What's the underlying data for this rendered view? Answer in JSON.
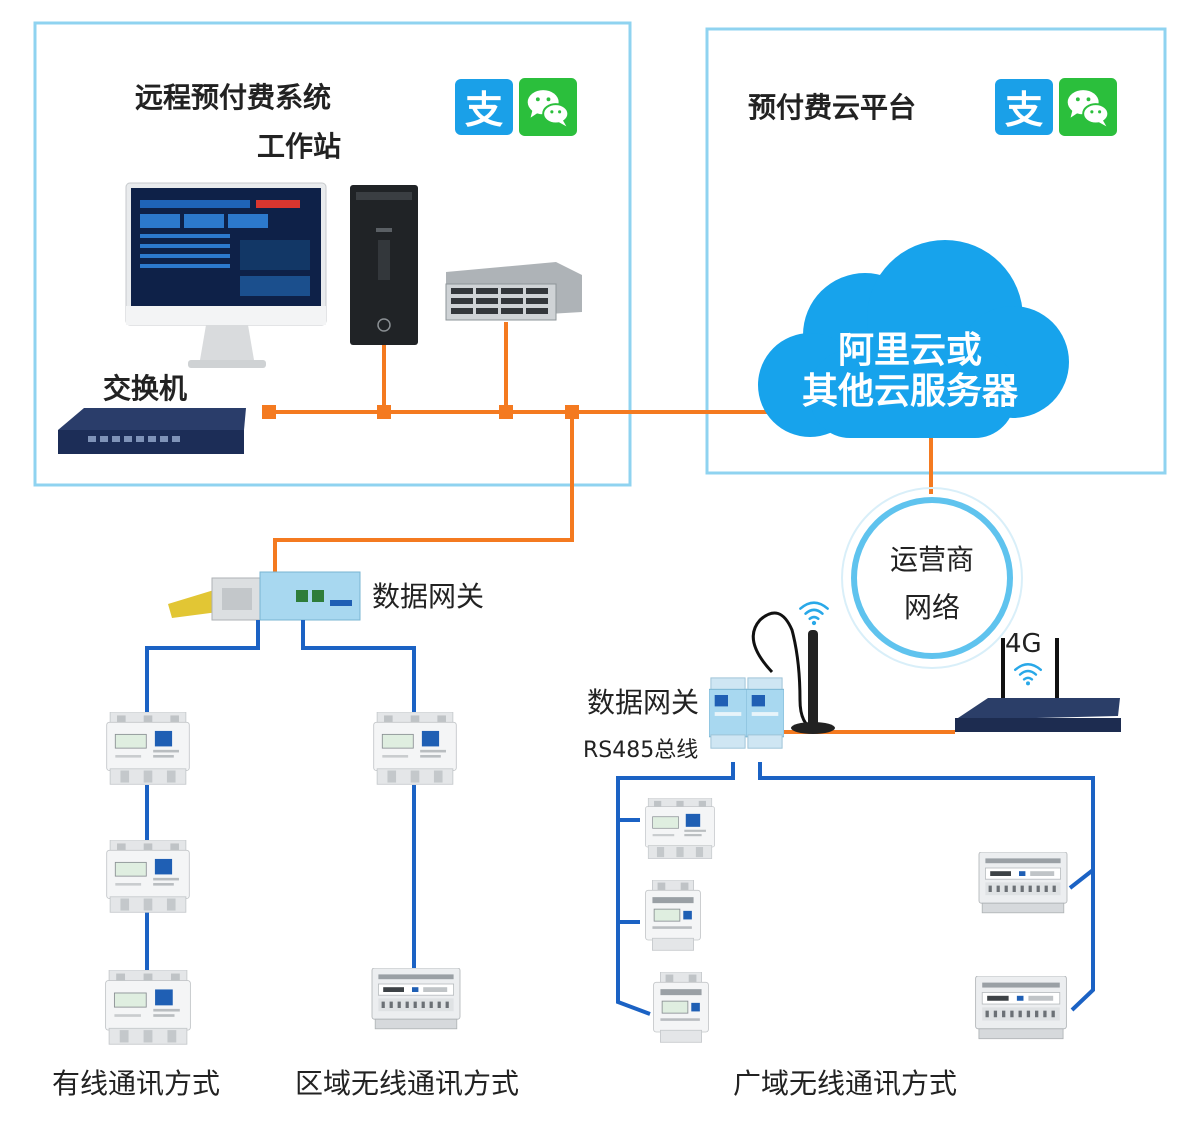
{
  "workstation": {
    "title_line1": "远程预付费系统",
    "title_line2": "工作站",
    "switch_label": "交换机"
  },
  "cloud_platform": {
    "title": "预付费云平台",
    "cloud_line1": "阿里云或",
    "cloud_line2": "其他云服务器"
  },
  "operator": {
    "line1": "运营商",
    "line2": "网络"
  },
  "gateway_left": {
    "label": "数据网关"
  },
  "gateway_right": {
    "label": "数据网关",
    "bus_label": "RS485总线"
  },
  "router": {
    "label": "4G"
  },
  "payments": {
    "alipay_glyph": "支"
  },
  "captions": {
    "wired": "有线通讯方式",
    "regional": "区域无线通讯方式",
    "wide": "广域无线通讯方式"
  },
  "colors": {
    "frame": "#8fd3f0",
    "ethernet": "#f47a20",
    "rs485": "#1b62c4",
    "cloud": "#17a3ec",
    "alipay": "#1aa0e8",
    "wechat": "#2bbf3c"
  }
}
